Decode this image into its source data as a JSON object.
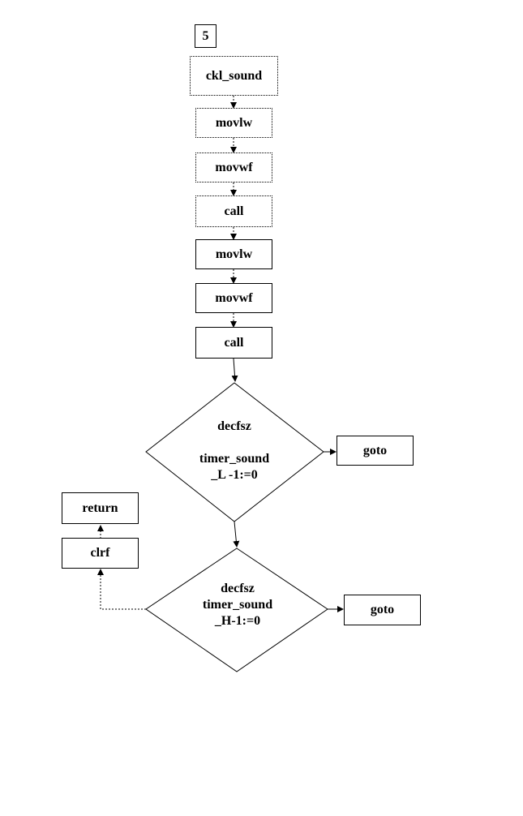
{
  "page_number": "5",
  "nodes": {
    "start": "ckl_sound",
    "step1": "movlw",
    "step2": "movwf",
    "step3": "call",
    "step4": "movlw",
    "step5": "movwf",
    "step6": "call",
    "decision1": {
      "line1": "decfsz",
      "line2": "timer_sound",
      "line3": "_L -1:=0"
    },
    "goto1": "goto",
    "decision2": {
      "line1": "decfsz",
      "line2": "timer_sound",
      "line3": "_H-1:=0"
    },
    "goto2": "goto",
    "clrf": "clrf",
    "return": "return"
  }
}
